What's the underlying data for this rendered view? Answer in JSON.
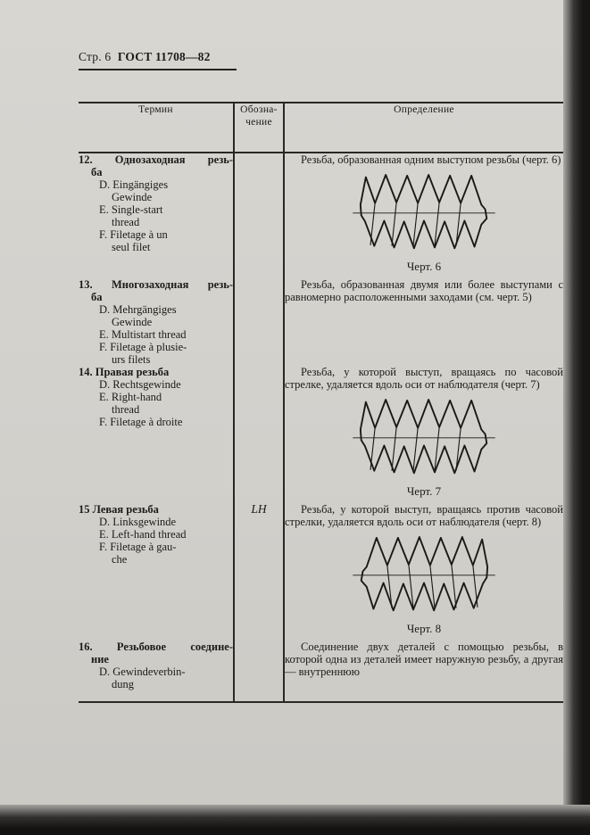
{
  "colors": {
    "paper": "#d2d0cb",
    "ink": "#1d1b19",
    "rule": "#2a2824",
    "scan_edge": "#171615"
  },
  "page": {
    "header_prefix": "Стр. 6",
    "header_doc": "ГОСТ 11708—82"
  },
  "table": {
    "header": {
      "term": "Термин",
      "designation_line1": "Обозна-",
      "designation_line2": "чение",
      "definition": "Определение"
    },
    "rows": [
      {
        "term_lines": [
          "12. Однозаходная резь-",
          "ба",
          "D. Eingängiges",
          "Gewinde",
          "E. Single-start",
          "thread",
          "F. Filetage à un",
          "seul filet"
        ],
        "designation": "",
        "definition": "Резьба, образованная одним выступом резьбы (черт. 6)",
        "figure_caption": "Черт. 6"
      },
      {
        "term_lines": [
          "13. Многозаходная резь-",
          "ба",
          "D. Mehrgängiges",
          "Gewinde",
          "E. Multistart thread",
          "F. Filetage à plusie-",
          "urs filets"
        ],
        "designation": "",
        "definition": "Резьба, образованная двумя или более выступами с равномерно расположенными заходами (см. черт. 5)"
      },
      {
        "term_lines": [
          "14. Правая резьба",
          "D. Rechtsgewinde",
          "E. Right-hand",
          "thread",
          "F. Filetage à droite"
        ],
        "designation": "",
        "definition": "Резьба, у которой выступ, вращаясь по часовой стрелке, удаляется вдоль оси от наблюдателя (черт. 7)",
        "figure_caption": "Черт. 7"
      },
      {
        "term_lines": [
          "15 Левая резьба",
          "D. Linksgewinde",
          "E. Left-hand thread",
          "F. Filetage à gau-",
          "che"
        ],
        "designation": "LH",
        "definition": "Резьба, у которой выступ, вращаясь против часовой стрелки, удаляется вдоль оси от наблюдателя (черт. 8)",
        "figure_caption": "Черт. 8"
      },
      {
        "term_lines": [
          "16. Резьбовое соедине-",
          "ние",
          "D. Gewindeverbin-",
          "dung"
        ],
        "designation": "",
        "definition": "Соединение двух деталей с помощью резьбы, в которой одна из деталей имеет наружную резьбу, а другая — внутреннюю"
      }
    ]
  }
}
